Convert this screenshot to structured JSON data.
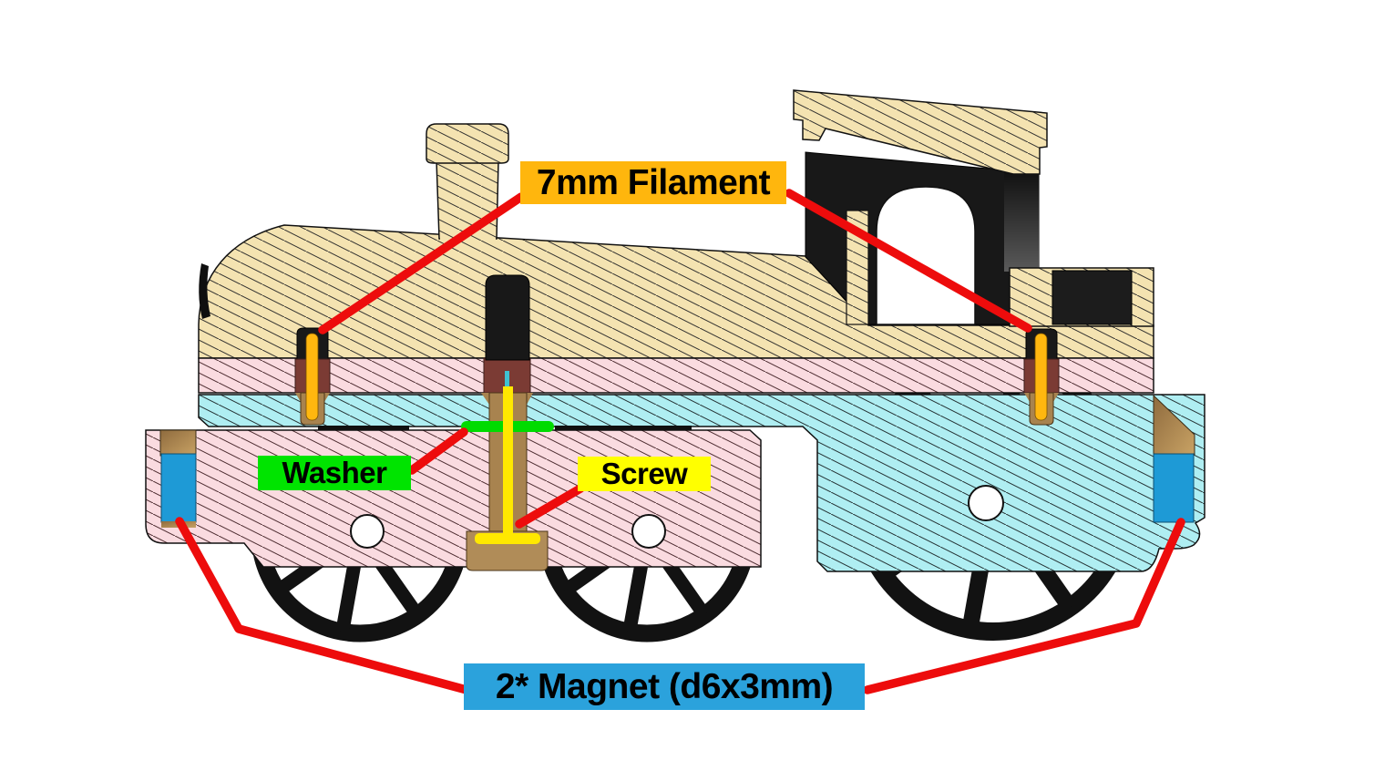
{
  "diagram": {
    "kind": "cutaway assembly diagram",
    "subject": "model steam locomotive cross-section"
  },
  "labels": {
    "filament": "7mm Filament",
    "washer": "Washer",
    "screw": "Screw",
    "magnet": "2* Magnet (d6x3mm)"
  },
  "palette": {
    "body_tan": "#F4E3B1",
    "layer_pink": "#FADBE0",
    "layer_cyan": "#AFEEF2",
    "socket_maroon": "#7B3B34",
    "socket_brown": "#A8834F",
    "base_brown": "#B08C58",
    "filament_orange": "#FFB70F",
    "screw_yellow": "#FFE800",
    "washer_green": "#00DB00",
    "magnet_blue": "#1E9AD6",
    "pilot_teal": "#3FC1D1",
    "leader_red": "#ED0C0C",
    "part_black": "#181818",
    "label_filament_bg": "#FFB60D",
    "label_washer_bg": "#00E400",
    "label_screw_bg": "#FFFF00",
    "label_magnet_bg": "#2BA2DC"
  }
}
